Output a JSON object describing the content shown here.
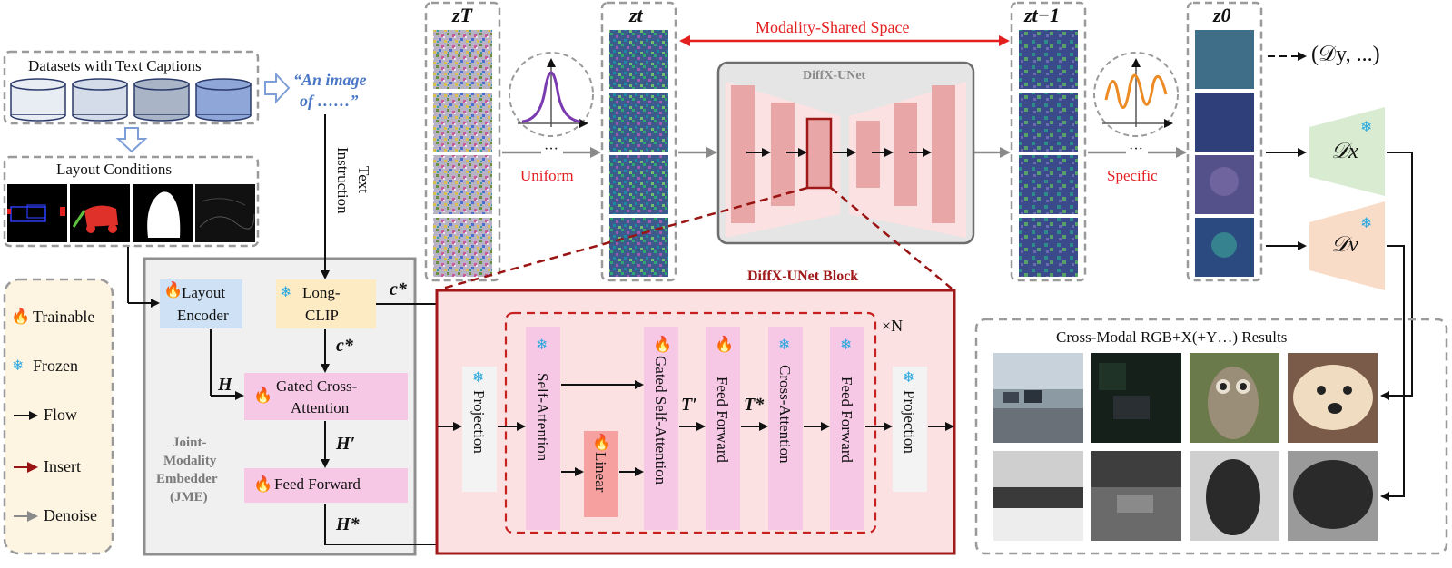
{
  "datasets": {
    "title": "Datasets with Text Captions"
  },
  "caption": {
    "line1": "“An image",
    "line2": "of ……”"
  },
  "text_instruction": {
    "line1": "Text",
    "line2": "Instruction"
  },
  "layout_conditions": {
    "title": "Layout Conditions"
  },
  "legend": {
    "items": [
      {
        "label": "Trainable",
        "icon": "flame-icon"
      },
      {
        "label": "Frozen",
        "icon": "snowflake-icon"
      },
      {
        "label": "Flow",
        "icon": "black-arrow"
      },
      {
        "label": "Insert",
        "icon": "red-arrow"
      },
      {
        "label": "Denoise",
        "icon": "gray-arrow"
      }
    ]
  },
  "jme": {
    "layout_encoder": {
      "line1": "Layout",
      "line2": "Encoder"
    },
    "long_clip": {
      "line1": "Long-",
      "line2": "CLIP"
    },
    "gated_cross": {
      "line1": "Gated Cross-",
      "line2": "Attention"
    },
    "feed_forward": "Feed Forward",
    "title": {
      "l1": "Joint-",
      "l2": "Modality",
      "l3": "Embedder",
      "l4": "(JME)"
    },
    "sym_c_star": "c*",
    "sym_c_star2": "c*",
    "sym_h": "H",
    "sym_h_prime": "H′",
    "sym_h_star": "H*"
  },
  "timesteps": {
    "zT": "zT",
    "zt": "zt",
    "zt1": "zt−1",
    "z0": "z0"
  },
  "noise": {
    "uniform": "Uniform",
    "specific": "Specific",
    "dots": "···"
  },
  "shared_space": "Modality-Shared Space",
  "unet_title": "DiffX-UNet",
  "block": {
    "title": "DiffX-UNet Block",
    "repeat": "×N",
    "projection_in": "Projection",
    "self_attention": "Self-Attention",
    "linear": "Linear",
    "gated_self_attention": "Gated Self-Attention",
    "feed_forward_1": "Feed Forward",
    "cross_attention": "Cross-Attention",
    "feed_forward_2": "Feed Forward",
    "projection_out": "Projection",
    "sym_t_prime": "T′",
    "sym_t_star": "T*"
  },
  "decoders": {
    "dx": "𝒟x",
    "dv": "𝒟v",
    "dy": "(𝒟y, ...)"
  },
  "results": {
    "title": "Cross-Modal RGB+X(+Y…) Results"
  }
}
